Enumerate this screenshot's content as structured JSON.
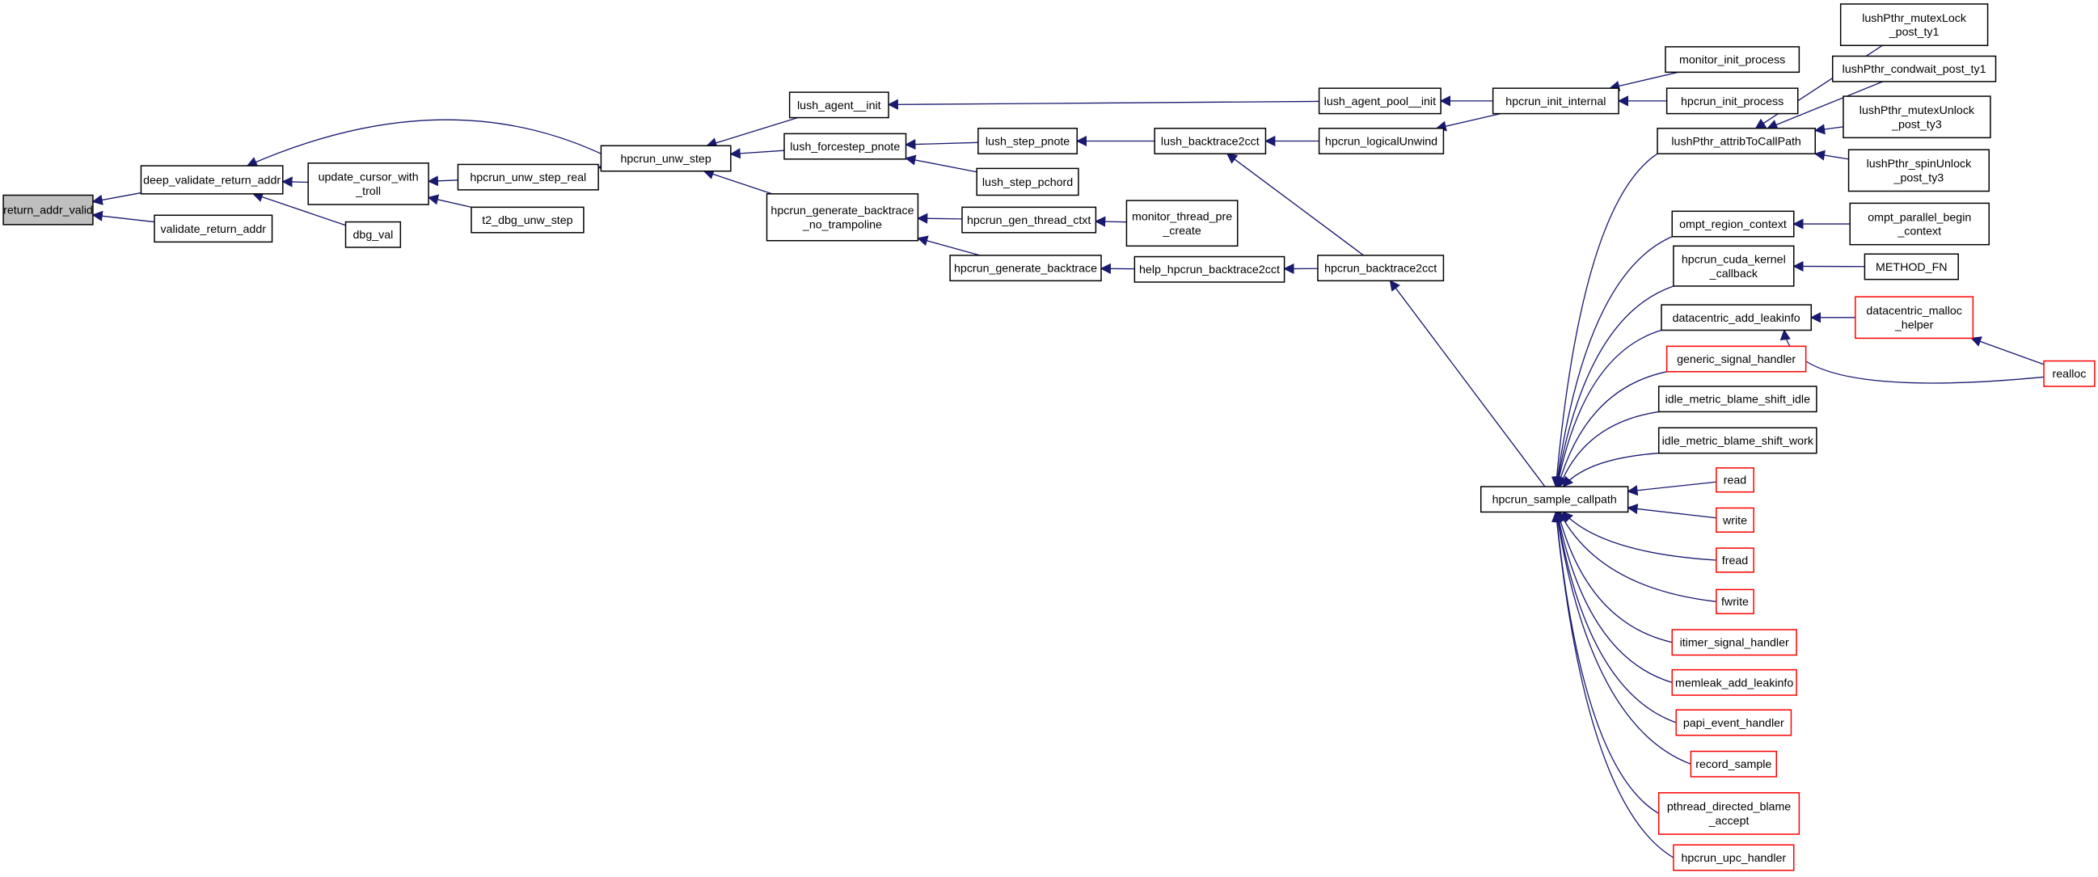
{
  "graph": {
    "title": "Caller graph of return_addr_valid",
    "edge_color": "#191970",
    "highlight_fill": "#bfbfbf",
    "truncated_border_color": "#ff0000"
  },
  "nodes": [
    {
      "id": "return_addr_valid",
      "lines": [
        "return_addr_valid"
      ],
      "style": "highlight"
    },
    {
      "id": "deep_validate_return_addr",
      "lines": [
        "deep_validate_return_addr"
      ],
      "style": ""
    },
    {
      "id": "validate_return_addr",
      "lines": [
        "validate_return_addr"
      ],
      "style": ""
    },
    {
      "id": "update_cursor_with_troll",
      "lines": [
        "update_cursor_with",
        "_troll"
      ],
      "style": ""
    },
    {
      "id": "dbg_val",
      "lines": [
        "dbg_val"
      ],
      "style": ""
    },
    {
      "id": "hpcrun_unw_step_real",
      "lines": [
        "hpcrun_unw_step_real"
      ],
      "style": ""
    },
    {
      "id": "t2_dbg_unw_step",
      "lines": [
        "t2_dbg_unw_step"
      ],
      "style": ""
    },
    {
      "id": "hpcrun_unw_step",
      "lines": [
        "hpcrun_unw_step"
      ],
      "style": ""
    },
    {
      "id": "lush_agent__init",
      "lines": [
        "lush_agent__init"
      ],
      "style": ""
    },
    {
      "id": "lush_forcestep_pnote",
      "lines": [
        "lush_forcestep_pnote"
      ],
      "style": ""
    },
    {
      "id": "hpcrun_generate_backtrace_no_trampoline",
      "lines": [
        "hpcrun_generate_backtrace",
        "_no_trampoline"
      ],
      "style": ""
    },
    {
      "id": "lush_step_pnote",
      "lines": [
        "lush_step_pnote"
      ],
      "style": ""
    },
    {
      "id": "lush_step_pchord",
      "lines": [
        "lush_step_pchord"
      ],
      "style": ""
    },
    {
      "id": "hpcrun_gen_thread_ctxt",
      "lines": [
        "hpcrun_gen_thread_ctxt"
      ],
      "style": ""
    },
    {
      "id": "hpcrun_generate_backtrace",
      "lines": [
        "hpcrun_generate_backtrace"
      ],
      "style": ""
    },
    {
      "id": "monitor_thread_pre_create",
      "lines": [
        "monitor_thread_pre",
        "_create"
      ],
      "style": ""
    },
    {
      "id": "help_hpcrun_backtrace2cct",
      "lines": [
        "help_hpcrun_backtrace2cct"
      ],
      "style": ""
    },
    {
      "id": "lush_backtrace2cct",
      "lines": [
        "lush_backtrace2cct"
      ],
      "style": ""
    },
    {
      "id": "hpcrun_backtrace2cct",
      "lines": [
        "hpcrun_backtrace2cct"
      ],
      "style": ""
    },
    {
      "id": "lush_agent_pool__init",
      "lines": [
        "lush_agent_pool__init"
      ],
      "style": ""
    },
    {
      "id": "hpcrun_logicalUnwind",
      "lines": [
        "hpcrun_logicalUnwind"
      ],
      "style": ""
    },
    {
      "id": "hpcrun_init_internal",
      "lines": [
        "hpcrun_init_internal"
      ],
      "style": ""
    },
    {
      "id": "monitor_init_process",
      "lines": [
        "monitor_init_process"
      ],
      "style": ""
    },
    {
      "id": "hpcrun_init_process",
      "lines": [
        "hpcrun_init_process"
      ],
      "style": ""
    },
    {
      "id": "hpcrun_sample_callpath",
      "lines": [
        "hpcrun_sample_callpath"
      ],
      "style": ""
    },
    {
      "id": "lushPthr_attribToCallPath",
      "lines": [
        "lushPthr_attribToCallPath"
      ],
      "style": ""
    },
    {
      "id": "lushPthr_mutexLock_post_ty1",
      "lines": [
        "lushPthr_mutexLock",
        "_post_ty1"
      ],
      "style": ""
    },
    {
      "id": "lushPthr_condwait_post_ty1",
      "lines": [
        "lushPthr_condwait_post_ty1"
      ],
      "style": ""
    },
    {
      "id": "lushPthr_mutexUnlock_post_ty3",
      "lines": [
        "lushPthr_mutexUnlock",
        "_post_ty3"
      ],
      "style": ""
    },
    {
      "id": "lushPthr_spinUnlock_post_ty3",
      "lines": [
        "lushPthr_spinUnlock",
        "_post_ty3"
      ],
      "style": ""
    },
    {
      "id": "ompt_region_context",
      "lines": [
        "ompt_region_context"
      ],
      "style": ""
    },
    {
      "id": "ompt_parallel_begin_context",
      "lines": [
        "ompt_parallel_begin",
        "_context"
      ],
      "style": ""
    },
    {
      "id": "hpcrun_cuda_kernel_callback",
      "lines": [
        "hpcrun_cuda_kernel",
        "_callback"
      ],
      "style": ""
    },
    {
      "id": "METHOD_FN",
      "lines": [
        "METHOD_FN"
      ],
      "style": ""
    },
    {
      "id": "datacentric_add_leakinfo",
      "lines": [
        "datacentric_add_leakinfo"
      ],
      "style": ""
    },
    {
      "id": "datacentric_malloc_helper",
      "lines": [
        "datacentric_malloc",
        "_helper"
      ],
      "style": "red"
    },
    {
      "id": "realloc",
      "lines": [
        "realloc"
      ],
      "style": "red"
    },
    {
      "id": "generic_signal_handler",
      "lines": [
        "generic_signal_handler"
      ],
      "style": "red"
    },
    {
      "id": "idle_metric_blame_shift_idle",
      "lines": [
        "idle_metric_blame_shift_idle"
      ],
      "style": ""
    },
    {
      "id": "idle_metric_blame_shift_work",
      "lines": [
        "idle_metric_blame_shift_work"
      ],
      "style": ""
    },
    {
      "id": "read",
      "lines": [
        "read"
      ],
      "style": "red"
    },
    {
      "id": "write",
      "lines": [
        "write"
      ],
      "style": "red"
    },
    {
      "id": "fread",
      "lines": [
        "fread"
      ],
      "style": "red"
    },
    {
      "id": "fwrite",
      "lines": [
        "fwrite"
      ],
      "style": "red"
    },
    {
      "id": "itimer_signal_handler",
      "lines": [
        "itimer_signal_handler"
      ],
      "style": "red"
    },
    {
      "id": "memleak_add_leakinfo",
      "lines": [
        "memleak_add_leakinfo"
      ],
      "style": "red"
    },
    {
      "id": "papi_event_handler",
      "lines": [
        "papi_event_handler"
      ],
      "style": "red"
    },
    {
      "id": "record_sample",
      "lines": [
        "record_sample"
      ],
      "style": "red"
    },
    {
      "id": "pthread_directed_blame_accept",
      "lines": [
        "pthread_directed_blame",
        "_accept"
      ],
      "style": "red"
    },
    {
      "id": "hpcrun_upc_handler",
      "lines": [
        "hpcrun_upc_handler"
      ],
      "style": "red"
    }
  ],
  "edges": [
    [
      "deep_validate_return_addr",
      "return_addr_valid"
    ],
    [
      "validate_return_addr",
      "return_addr_valid"
    ],
    [
      "hpcrun_unw_step",
      "deep_validate_return_addr"
    ],
    [
      "update_cursor_with_troll",
      "deep_validate_return_addr"
    ],
    [
      "dbg_val",
      "deep_validate_return_addr"
    ],
    [
      "hpcrun_unw_step_real",
      "update_cursor_with_troll"
    ],
    [
      "t2_dbg_unw_step",
      "update_cursor_with_troll"
    ],
    [
      "hpcrun_unw_step",
      "hpcrun_unw_step_real"
    ],
    [
      "lush_agent__init",
      "hpcrun_unw_step"
    ],
    [
      "lush_forcestep_pnote",
      "hpcrun_unw_step"
    ],
    [
      "hpcrun_generate_backtrace_no_trampoline",
      "hpcrun_unw_step"
    ],
    [
      "lush_agent_pool__init",
      "lush_agent__init"
    ],
    [
      "lush_step_pnote",
      "lush_forcestep_pnote"
    ],
    [
      "lush_step_pchord",
      "lush_forcestep_pnote"
    ],
    [
      "hpcrun_gen_thread_ctxt",
      "hpcrun_generate_backtrace_no_trampoline"
    ],
    [
      "hpcrun_generate_backtrace",
      "hpcrun_generate_backtrace_no_trampoline"
    ],
    [
      "monitor_thread_pre_create",
      "hpcrun_gen_thread_ctxt"
    ],
    [
      "help_hpcrun_backtrace2cct",
      "hpcrun_generate_backtrace"
    ],
    [
      "lush_backtrace2cct",
      "lush_step_pnote"
    ],
    [
      "hpcrun_logicalUnwind",
      "lush_backtrace2cct"
    ],
    [
      "hpcrun_backtrace2cct",
      "lush_backtrace2cct"
    ],
    [
      "hpcrun_backtrace2cct",
      "help_hpcrun_backtrace2cct"
    ],
    [
      "hpcrun_init_internal",
      "lush_agent_pool__init"
    ],
    [
      "hpcrun_init_internal",
      "hpcrun_logicalUnwind"
    ],
    [
      "monitor_init_process",
      "hpcrun_init_internal"
    ],
    [
      "hpcrun_init_process",
      "hpcrun_init_internal"
    ],
    [
      "hpcrun_sample_callpath",
      "hpcrun_backtrace2cct"
    ],
    [
      "lushPthr_attribToCallPath",
      "hpcrun_sample_callpath"
    ],
    [
      "lushPthr_mutexLock_post_ty1",
      "lushPthr_attribToCallPath"
    ],
    [
      "lushPthr_condwait_post_ty1",
      "lushPthr_attribToCallPath"
    ],
    [
      "lushPthr_mutexUnlock_post_ty3",
      "lushPthr_attribToCallPath"
    ],
    [
      "lushPthr_spinUnlock_post_ty3",
      "lushPthr_attribToCallPath"
    ],
    [
      "ompt_region_context",
      "hpcrun_sample_callpath"
    ],
    [
      "ompt_parallel_begin_context",
      "ompt_region_context"
    ],
    [
      "hpcrun_cuda_kernel_callback",
      "hpcrun_sample_callpath"
    ],
    [
      "METHOD_FN",
      "hpcrun_cuda_kernel_callback"
    ],
    [
      "datacentric_add_leakinfo",
      "hpcrun_sample_callpath"
    ],
    [
      "datacentric_malloc_helper",
      "datacentric_add_leakinfo"
    ],
    [
      "realloc",
      "datacentric_malloc_helper"
    ],
    [
      "realloc",
      "datacentric_add_leakinfo"
    ],
    [
      "generic_signal_handler",
      "hpcrun_sample_callpath"
    ],
    [
      "idle_metric_blame_shift_idle",
      "hpcrun_sample_callpath"
    ],
    [
      "idle_metric_blame_shift_work",
      "hpcrun_sample_callpath"
    ],
    [
      "read",
      "hpcrun_sample_callpath"
    ],
    [
      "write",
      "hpcrun_sample_callpath"
    ],
    [
      "fread",
      "hpcrun_sample_callpath"
    ],
    [
      "fwrite",
      "hpcrun_sample_callpath"
    ],
    [
      "itimer_signal_handler",
      "hpcrun_sample_callpath"
    ],
    [
      "memleak_add_leakinfo",
      "hpcrun_sample_callpath"
    ],
    [
      "papi_event_handler",
      "hpcrun_sample_callpath"
    ],
    [
      "record_sample",
      "hpcrun_sample_callpath"
    ],
    [
      "pthread_directed_blame_accept",
      "hpcrun_sample_callpath"
    ],
    [
      "hpcrun_upc_handler",
      "hpcrun_sample_callpath"
    ]
  ]
}
